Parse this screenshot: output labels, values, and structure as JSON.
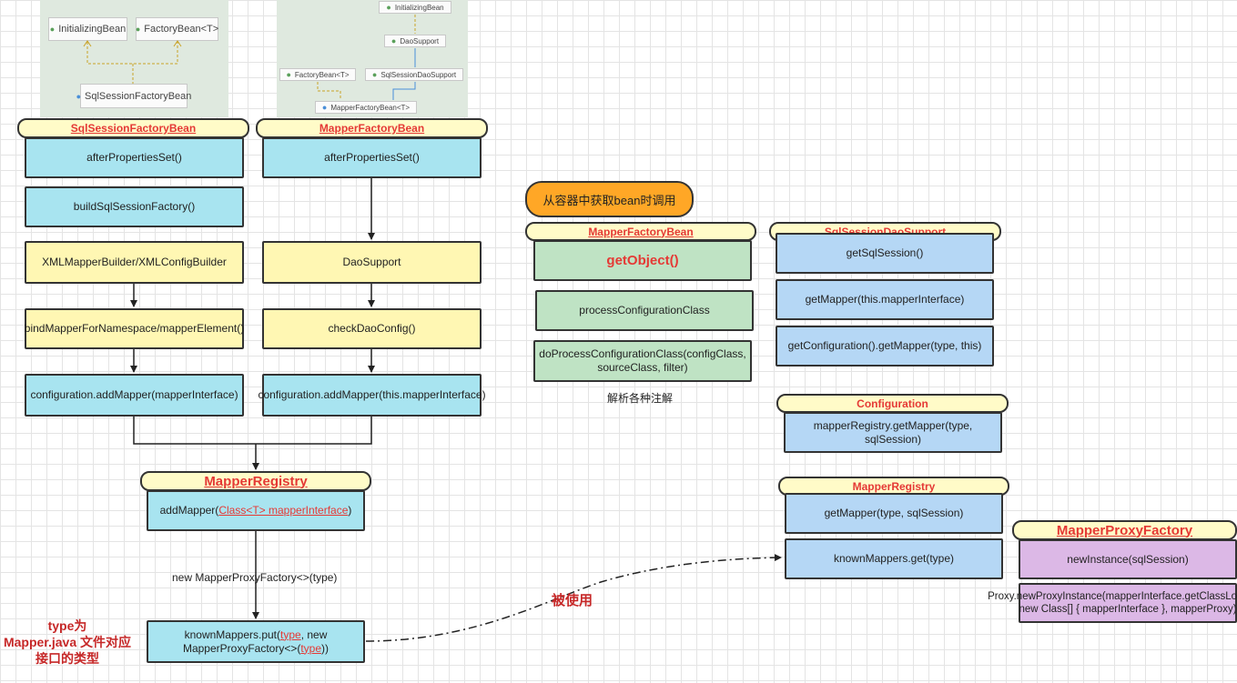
{
  "uml_left": {
    "initializing_bean": "InitializingBean",
    "factory_bean": "FactoryBean<T>",
    "sql_session_factory_bean": "SqlSessionFactoryBean"
  },
  "uml_right": {
    "initializing_bean": "InitializingBean",
    "dao_support": "DaoSupport",
    "factory_bean": "FactoryBean<T>",
    "sql_session_dao_support": "SqlSessionDaoSupport",
    "mapper_factory_bean": "MapperFactoryBean<T>"
  },
  "col1": {
    "header": "SqlSessionFactoryBean",
    "after_properties_set": "afterPropertiesSet()",
    "build_factory": "buildSqlSessionFactory()",
    "xml_builder": "XMLMapperBuilder/XMLConfigBuilder",
    "bind_mapper": "bindMapperForNamespace/mapperElement()",
    "add_mapper": "configuration.addMapper(mapperInterface)"
  },
  "col2": {
    "header": "MapperFactoryBean",
    "after_properties_set": "afterPropertiesSet()",
    "dao_support": "DaoSupport",
    "check_dao": "checkDaoConfig()",
    "add_mapper": "configuration.addMapper(this.mapperInterface)"
  },
  "registry": {
    "header": "MapperRegistry",
    "add_mapper_prefix": "addMapper(",
    "add_mapper_param": "Class<T> mapperInterface",
    "add_mapper_suffix": ")",
    "new_factory_label": "new MapperProxyFactory<>(type)",
    "known_put_prefix": "knownMappers.put(",
    "known_put_type1": "type",
    "known_put_middle": ", new MapperProxyFactory<>(",
    "known_put_type2": "type",
    "known_put_suffix": "))"
  },
  "type_note": "type为\nMapper.java 文件对应\n接口的类型",
  "used_label": "被使用",
  "middle": {
    "called_note": "从容器中获取bean时调用",
    "header": "MapperFactoryBean",
    "get_object": "getObject()",
    "process_config": "processConfigurationClass",
    "do_process_config": "doProcessConfigurationClass(configClass, sourceClass, filter)",
    "annotation_note": "解析各种注解"
  },
  "right": {
    "dao_header": "SqlSessionDaoSupport",
    "get_sql_session": "getSqlSession()",
    "get_mapper": "getMapper(this.mapperInterface)",
    "get_config_mapper": "getConfiguration().getMapper(type, this)",
    "config_header": "Configuration",
    "registry_get_mapper": "mapperRegistry.getMapper(type, sqlSession)",
    "registry_header": "MapperRegistry",
    "get_mapper_session": "getMapper(type, sqlSession)",
    "known_get": "knownMappers.get(type)"
  },
  "proxy_factory": {
    "header": "MapperProxyFactory",
    "new_instance": "newInstance(sqlSession)",
    "proxy_new": "Proxy.newProxyInstance(mapperInterface.getClassLoader(), new Class[] { mapperInterface }, mapperProxy)"
  }
}
